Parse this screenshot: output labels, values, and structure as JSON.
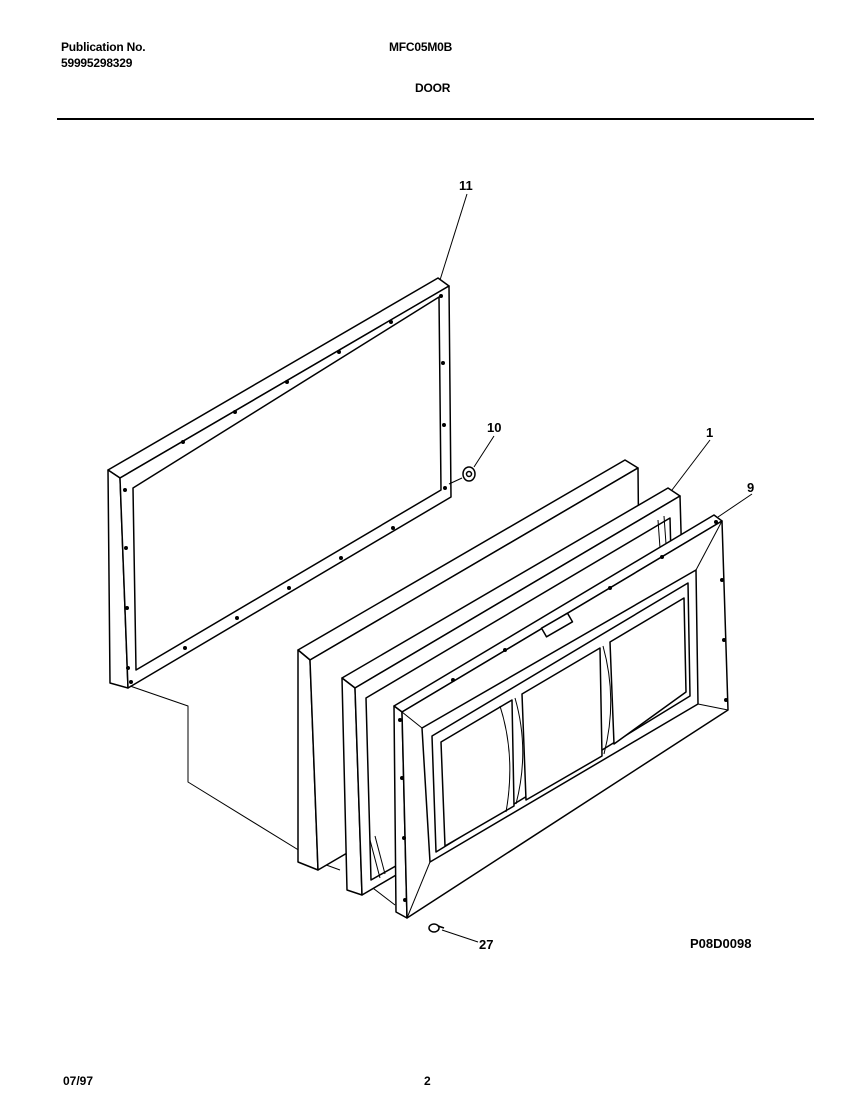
{
  "header": {
    "publication_label": "Publication No.",
    "publication_number": "59995298329",
    "model": "MFC05M0B",
    "section_title": "DOOR"
  },
  "diagram": {
    "drawing_id": "P08D0098",
    "callouts": [
      "11",
      "10",
      "1",
      "9",
      "27"
    ]
  },
  "footer": {
    "date": "07/97",
    "page_number": "2"
  },
  "colors": {
    "ink": "#000000",
    "paper": "#ffffff"
  }
}
